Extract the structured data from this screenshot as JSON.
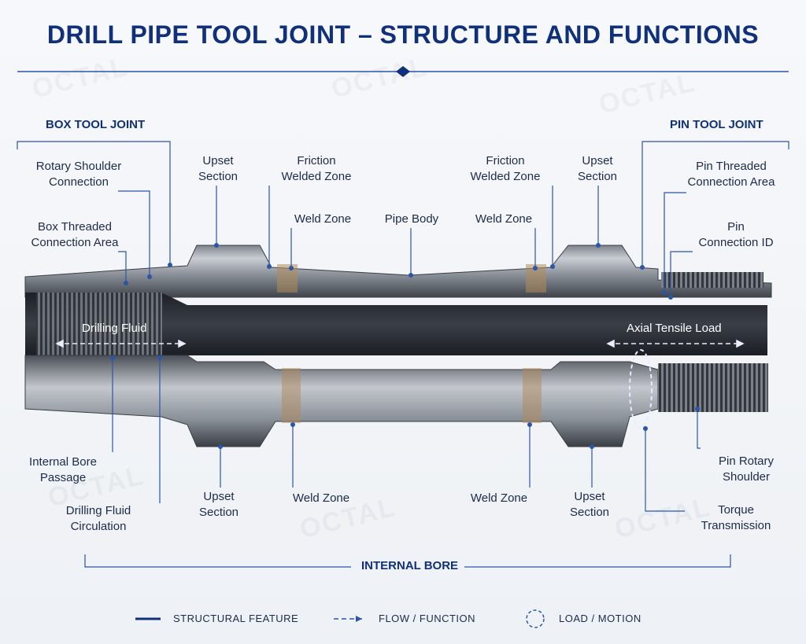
{
  "title": "DRILL PIPE TOOL JOINT – STRUCTURE AND FUNCTIONS",
  "watermark": "OCTAL",
  "headers": {
    "box_tool_joint": "BOX TOOL JOINT",
    "pin_tool_joint": "PIN TOOL JOINT",
    "internal_bore": "INTERNAL BORE"
  },
  "labels": {
    "rotary_shoulder_connection": "Rotary Shoulder\nConnection",
    "box_threaded_connection_area": "Box Threaded\nConnection Area",
    "upset_section_top_left": "Upset\nSection",
    "friction_welded_zone_left": "Friction\nWelded Zone",
    "weld_zone_top_left": "Weld Zone",
    "pipe_body": "Pipe Body",
    "weld_zone_top_right": "Weld Zone",
    "friction_welded_zone_right": "Friction\nWelded Zone",
    "upset_section_top_right": "Upset\nSection",
    "pin_threaded_connection_area": "Pin Threaded\nConnection Area",
    "pin_connection_id": "Pin\nConnection ID",
    "drilling_fluid": "Drilling Fluid",
    "axial_tensile_load": "Axial Tensile Load",
    "internal_bore_passage": "Internal Bore\nPassage",
    "drilling_fluid_circulation": "Drilling Fluid\nCirculation",
    "upset_section_bottom_left": "Upset\nSection",
    "weld_zone_bottom_left": "Weld Zone",
    "weld_zone_bottom_right": "Weld Zone",
    "upset_section_bottom_right": "Upset\nSection",
    "pin_rotary_shoulder": "Pin Rotary\nShoulder",
    "torque_transmission": "Torque\nTransmission"
  },
  "legend": {
    "structural_feature": "STRUCTURAL FEATURE",
    "flow_function": "FLOW / FUNCTION",
    "load_motion": "LOAD / MOTION"
  },
  "colors": {
    "heading_blue": "#10307a",
    "leader_blue": "#2a55a8",
    "steel_light": "#b9bec6",
    "steel_dark": "#4a4f57",
    "weld_bronze": "#b08a5a"
  }
}
